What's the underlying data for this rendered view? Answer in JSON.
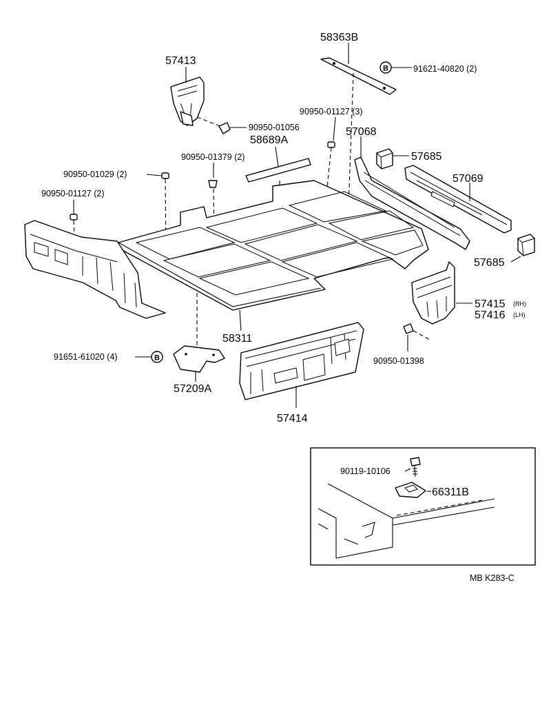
{
  "labels": {
    "p58363B": "58363B",
    "p91621": "91621-40820 (2)",
    "p57413": "57413",
    "p90950_01127_3": "90950-01127 (3)",
    "p90950_01056": "90950-01056",
    "p57068": "57068",
    "p58689A": "58689A",
    "p90950_01379": "90950-01379 (2)",
    "p57685_top": "57685",
    "p90950_01029": "90950-01029 (2)",
    "p57069": "57069",
    "p90950_01127_2": "90950-01127 (2)",
    "p57685_bottom": "57685",
    "p57415": "57415",
    "p57415_side": "(RH)",
    "p57416": "57416",
    "p57416_side": "(LH)",
    "p58311": "58311",
    "p91651": "91651-61020 (4)",
    "p57209A": "57209A",
    "p90950_01398": "90950-01398",
    "p57414": "57414",
    "p90119": "90119-10106",
    "p66311B": "66311B"
  },
  "badges": {
    "b_top": "B",
    "b_left": "B"
  },
  "footer": {
    "code": "MB  K283-C"
  }
}
